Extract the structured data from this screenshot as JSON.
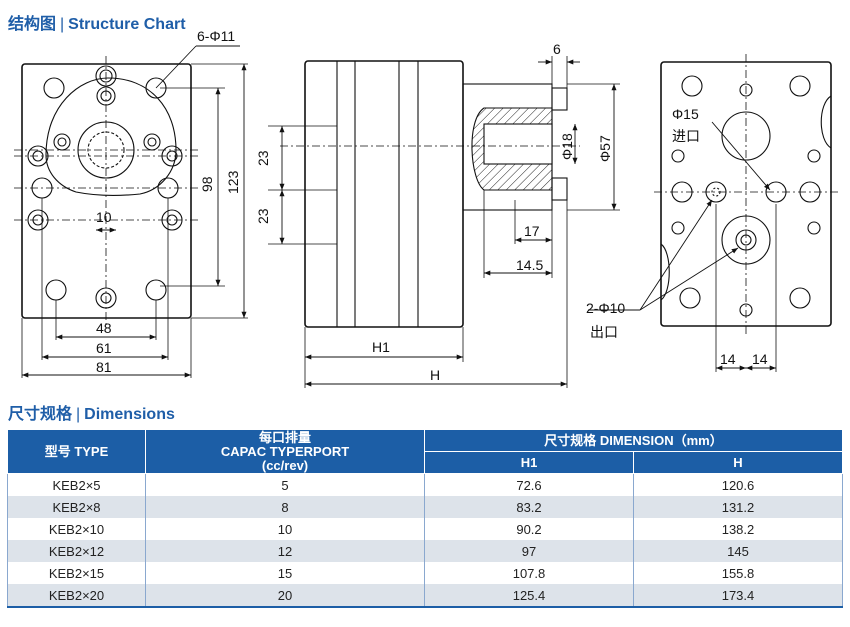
{
  "structure_title": {
    "cn": "结构图",
    "en": "Structure Chart"
  },
  "drawing_labels": {
    "holes_front": "6-Φ11",
    "dim_10": "10",
    "dim_48": "48",
    "dim_61": "61",
    "dim_81": "81",
    "dim_98": "98",
    "dim_123": "123",
    "dim_23a": "23",
    "dim_23b": "23",
    "dim_6": "6",
    "dim_phi18": "Φ18",
    "dim_phi57": "Φ57",
    "dim_17": "17",
    "dim_14_5": "14.5",
    "dim_H1": "H1",
    "dim_H": "H",
    "inlet_phi": "Φ15",
    "inlet_label": "进口",
    "outlet_phi": "2-Φ10",
    "outlet_label": "出口",
    "dim_14a": "14",
    "dim_14b": "14"
  },
  "dimensions_title": {
    "cn": "尺寸规格",
    "en": "Dimensions"
  },
  "table": {
    "header": {
      "type": "型号 TYPE",
      "capac_cn": "每口排量",
      "capac_en": "CAPAC TYPERPORT",
      "capac_unit": "(cc/rev)",
      "dimension": "尺寸规格 DIMENSION（mm）",
      "h1": "H1",
      "h": "H"
    },
    "rows": [
      {
        "type": "KEB2×5",
        "capac": "5",
        "h1": "72.6",
        "h": "120.6"
      },
      {
        "type": "KEB2×8",
        "capac": "8",
        "h1": "83.2",
        "h": "131.2"
      },
      {
        "type": "KEB2×10",
        "capac": "10",
        "h1": "90.2",
        "h": "138.2"
      },
      {
        "type": "KEB2×12",
        "capac": "12",
        "h1": "97",
        "h": "145"
      },
      {
        "type": "KEB2×15",
        "capac": "15",
        "h1": "107.8",
        "h": "155.8"
      },
      {
        "type": "KEB2×20",
        "capac": "20",
        "h1": "125.4",
        "h": "173.4"
      }
    ]
  }
}
